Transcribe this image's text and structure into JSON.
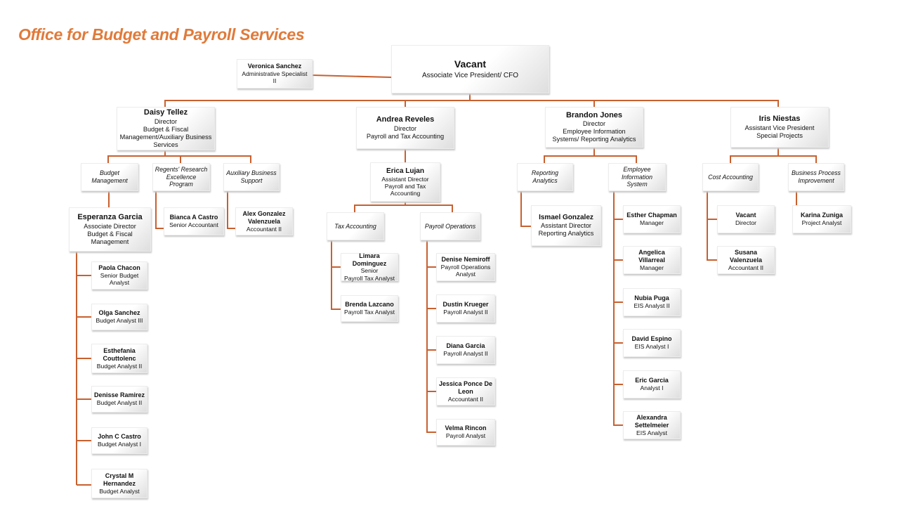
{
  "title": "Office for Budget and Payroll Services",
  "colors": {
    "accent": "#E07A3A",
    "line": "#C8602F"
  },
  "nodes": {
    "avp": {
      "name": "Vacant",
      "title": "Associate Vice President/ CFO"
    },
    "veronica": {
      "name": "Veronica Sanchez",
      "title": "Administrative Specialist\nII"
    },
    "daisy": {
      "name": "Daisy Tellez",
      "title": "Director\nBudget & Fiscal\nManagement/Auxiliary Business\nServices"
    },
    "andrea": {
      "name": "Andrea Reveles",
      "title": "Director\nPayroll and Tax Accounting"
    },
    "brandon": {
      "name": "Brandon Jones",
      "title": "Director\nEmployee Information\nSystems/ Reporting Analytics"
    },
    "iris": {
      "name": "Iris Niestas",
      "title": "Assistant Vice President\nSpecial Projects"
    },
    "u_budget": {
      "title": "Budget\nManagement"
    },
    "u_regents": {
      "title": "Regents' Research\nExcellence\nProgram"
    },
    "u_aux": {
      "title": "Auxiliary Business\nSupport"
    },
    "esperanza": {
      "name": "Esperanza Garcia",
      "title": "Associate Director\nBudget & Fiscal\nManagement"
    },
    "bianca": {
      "name": "Bianca A Castro",
      "title": "Senior Accountant"
    },
    "alex": {
      "name": "Alex Gonzalez\nValenzuela",
      "title": "Accountant II"
    },
    "paola": {
      "name": "Paola Chacon",
      "title": "Senior Budget\nAnalyst"
    },
    "olga": {
      "name": "Olga Sanchez",
      "title": "Budget Analyst III"
    },
    "esthefania": {
      "name": "Esthefania\nCouttolenc",
      "title": "Budget Analyst II"
    },
    "denisse": {
      "name": "Denisse Ramirez",
      "title": "Budget Analyst II"
    },
    "john": {
      "name": "John C Castro",
      "title": "Budget Analyst I"
    },
    "crystal": {
      "name": "Crystal M\nHernandez",
      "title": "Budget Analyst"
    },
    "erica": {
      "name": "Erica Lujan",
      "title": "Assistant Director\nPayroll and Tax\nAccounting"
    },
    "u_tax": {
      "title": "Tax Accounting"
    },
    "u_payroll": {
      "title": "Payroll Operations"
    },
    "limara": {
      "name": "Limara\nDominguez",
      "title": "Senior\nPayroll Tax Analyst"
    },
    "brenda": {
      "name": "Brenda Lazcano",
      "title": "Payroll Tax Analyst"
    },
    "denise": {
      "name": "Denise Nemiroff",
      "title": "Payroll Operations\nAnalyst"
    },
    "dustin": {
      "name": "Dustin Krueger",
      "title": "Payroll Analyst II"
    },
    "diana": {
      "name": "Diana Garcia",
      "title": "Payroll Analyst II"
    },
    "jessica": {
      "name": "Jessica Ponce De\nLeon",
      "title": "Accountant II"
    },
    "velma": {
      "name": "Velma Rincon",
      "title": "Payroll Analyst"
    },
    "u_reporting": {
      "title": "Reporting\nAnalytics"
    },
    "u_eis": {
      "title": "Employee\nInformation\nSystem"
    },
    "ismael": {
      "name": "Ismael Gonzalez",
      "title": "Assistant Director\nReporting Analytics"
    },
    "esther": {
      "name": "Esther Chapman",
      "title": "Manager"
    },
    "angelica": {
      "name": "Angelica Villarreal",
      "title": "Manager"
    },
    "nubia": {
      "name": "Nubia Puga",
      "title": "EIS Analyst II"
    },
    "david": {
      "name": "David Espino",
      "title": "EIS Analyst I"
    },
    "eric": {
      "name": "Eric Garcia",
      "title": "Analyst I"
    },
    "alexandra": {
      "name": "Alexandra\nSettelmeier",
      "title": "EIS Analyst"
    },
    "u_cost": {
      "title": "Cost Accounting"
    },
    "u_bpi": {
      "title": "Business Process\nImprovement"
    },
    "vacant_dir": {
      "name": "Vacant",
      "title": "Director"
    },
    "susana": {
      "name": "Susana\nValenzuela",
      "title": "Accountant II"
    },
    "karina": {
      "name": "Karina Zuniga",
      "title": "Project Analyst"
    }
  }
}
